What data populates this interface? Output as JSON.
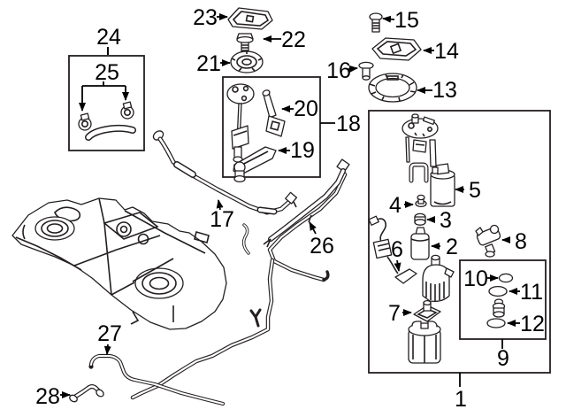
{
  "diagram": {
    "kind": "exploded-parts-diagram",
    "background": "#ffffff",
    "ink": "#231f20",
    "callouts": {
      "c1": "1",
      "c2": "2",
      "c3": "3",
      "c4": "4",
      "c5": "5",
      "c6": "6",
      "c7": "7",
      "c8": "8",
      "c9": "9",
      "c10": "10",
      "c11": "11",
      "c12": "12",
      "c13": "13",
      "c14": "14",
      "c15": "15",
      "c16": "16",
      "c17": "17",
      "c18": "18",
      "c19": "19",
      "c20": "20",
      "c21": "21",
      "c22": "22",
      "c23": "23",
      "c24": "24",
      "c25": "25",
      "c26": "26",
      "c27": "27",
      "c28": "28"
    }
  }
}
